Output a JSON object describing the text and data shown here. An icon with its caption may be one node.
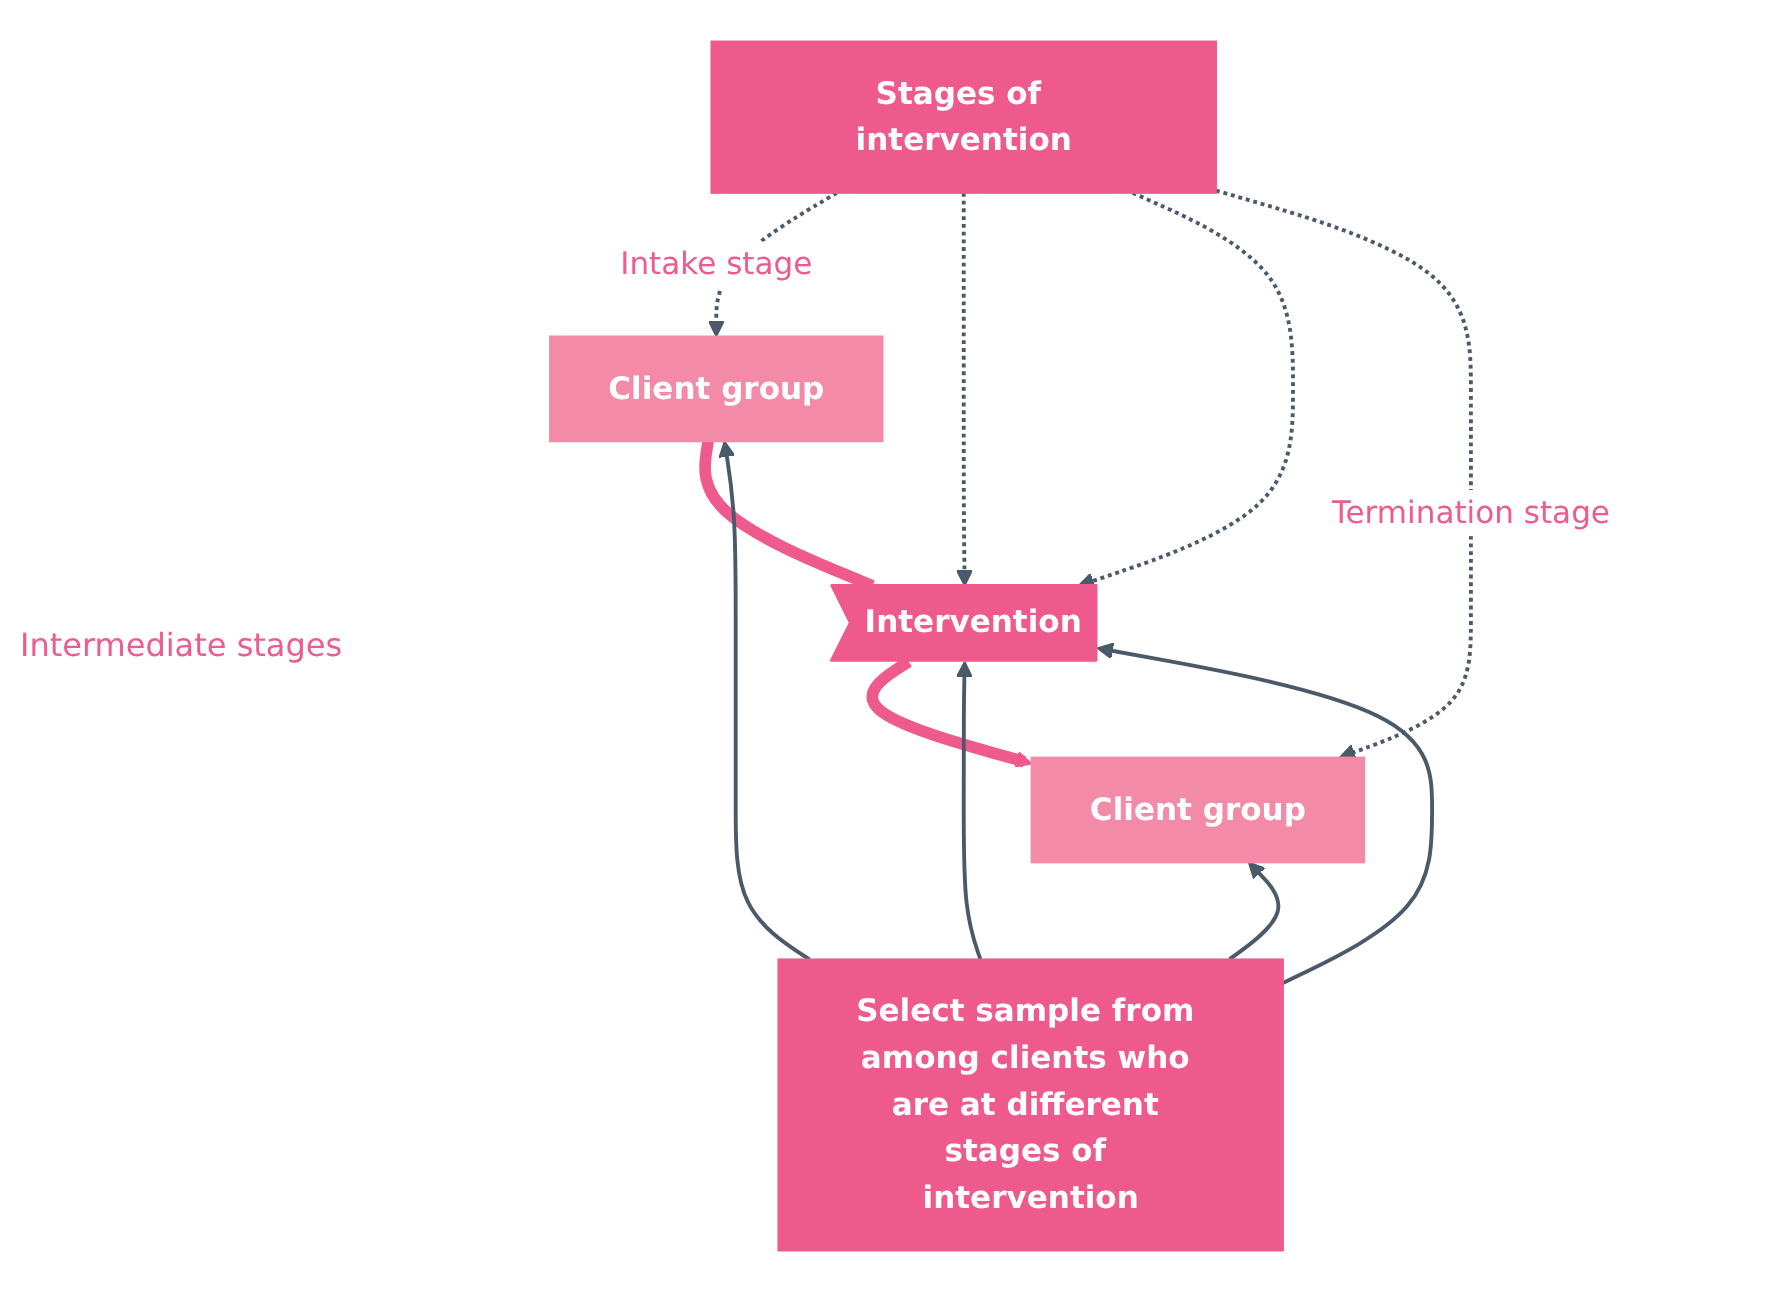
{
  "diagram": {
    "nodes": [
      {
        "text": [
          "Stages of intervention"
        ]
      },
      {
        "text": [
          "Client group"
        ]
      },
      {
        "text": [
          "Intervention"
        ]
      },
      {
        "text": [
          "Client group"
        ]
      },
      {
        "text": [
          "Select sample from among clients who are at different stages of intervention"
        ]
      }
    ],
    "edges": [
      {
        "from": 0,
        "to": 1,
        "arrow": "to",
        "style": "dashed",
        "label": "Intake stage"
      },
      {
        "from": 0,
        "to": 2,
        "arrow": "to",
        "style": "dashed"
      },
      {
        "from": 0,
        "to": 2,
        "arrow": "to",
        "style": "dashed"
      },
      {
        "from": 0,
        "to": 3,
        "arrow": "to",
        "style": "dashed",
        "label": "Termination stage"
      },
      {
        "from": 1,
        "to": 2,
        "arrow": "none",
        "style": "thick",
        "color": "#ef5a8c"
      },
      {
        "from": 2,
        "to": 3,
        "arrow": "to",
        "style": "thick",
        "color": "#ef5a8c"
      },
      {
        "from": 4,
        "to": 1,
        "arrow": "to"
      },
      {
        "from": 4,
        "to": 2,
        "arrow": "to"
      },
      {
        "from": 4,
        "to": 2,
        "arrow": "to"
      },
      {
        "from": 4,
        "to": 3,
        "arrow": "to"
      }
    ],
    "labels": [
      "Intermediate stages"
    ]
  }
}
